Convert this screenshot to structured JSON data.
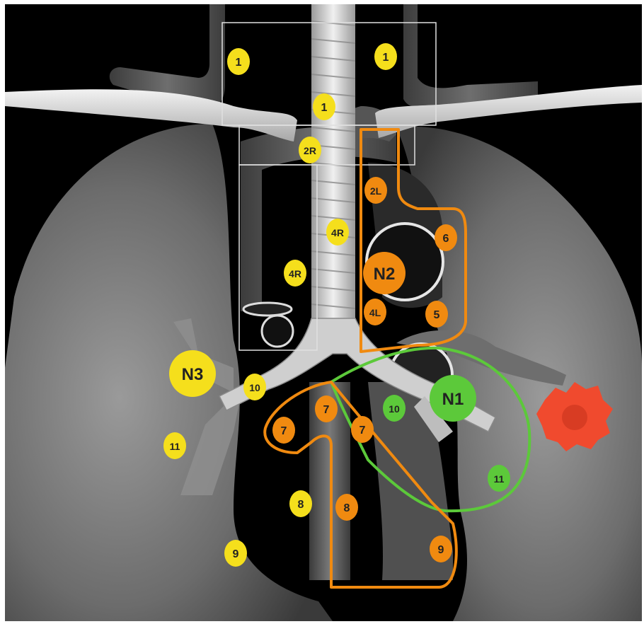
{
  "colors": {
    "yellow": "#f5df1c",
    "orange": "#f08a10",
    "green": "#5cc93a",
    "tumor": "#f04a2e",
    "background": "#000000"
  },
  "zones": {
    "n1_label": "N1",
    "n2_label": "N2",
    "n3_label": "N3"
  },
  "stations": {
    "s1_right_upper": "1",
    "s1_left_upper": "1",
    "s1_center": "1",
    "s2r": "2R",
    "s2l": "2L",
    "s4r_upper": "4R",
    "s4r_lower": "4R",
    "s4l": "4L",
    "s5": "5",
    "s6": "6",
    "s7_center": "7",
    "s7_left": "7",
    "s7_right": "7",
    "s8_yellow": "8",
    "s8_orange": "8",
    "s9_yellow": "9",
    "s9_orange": "9",
    "s10_yellow": "10",
    "s10_green": "10",
    "s11_yellow": "11",
    "s11_green": "11"
  },
  "icons": {
    "tumor": "tumor-splotch-icon"
  }
}
